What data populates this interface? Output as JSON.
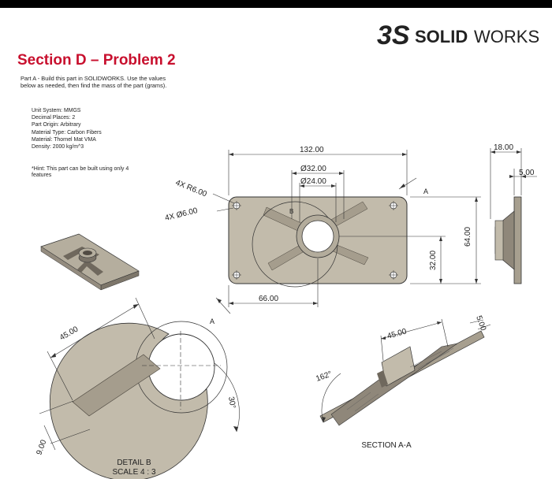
{
  "logo": {
    "ds_mark": "3S",
    "brand_bold": "SOLID",
    "brand_light": "WORKS",
    "brand_color": "#c8102e"
  },
  "title": "Section D – Problem 2",
  "intro": "Part A - Build this part in SOLIDWORKS. Use the values below as needed, then find the mass of the part (grams).",
  "properties": [
    "Unit System: MMGS",
    "Decimal Places: 2",
    "Part Origin: Arbitrary",
    "Material Type: Carbon Fibers",
    "Material: Thornel Mat VMA",
    "Density: 2000 kg/m^3"
  ],
  "hint": "*Hint: This part can be built using only 4 features",
  "front_view": {
    "dim_width": "132.00",
    "dim_hole_outer": "Ø32.00",
    "dim_hole_inner": "Ø24.00",
    "dim_height": "64.00",
    "dim_center_v": "32.00",
    "dim_center_h": "66.00",
    "corner_radius": "4X R6.00",
    "corner_holes": "4X Ø6.00",
    "section_label": "A",
    "detail_label": "B"
  },
  "side_view": {
    "dim_depth": "18.00",
    "dim_plate": "5.00"
  },
  "detail_view": {
    "dim_length": "45.00",
    "dim_angle": "30°",
    "dim_width": "9.00",
    "caption_line1": "DETAIL B",
    "caption_line2": "SCALE 4 : 3"
  },
  "section_view": {
    "dim_length": "45.00",
    "dim_angle": "162°",
    "dim_plate": "5.00",
    "caption": "SECTION A-A"
  },
  "colors": {
    "part_fill": "#c2bbab",
    "part_dark": "#8f877a",
    "part_shadow": "#6f685d",
    "line": "#333333"
  }
}
